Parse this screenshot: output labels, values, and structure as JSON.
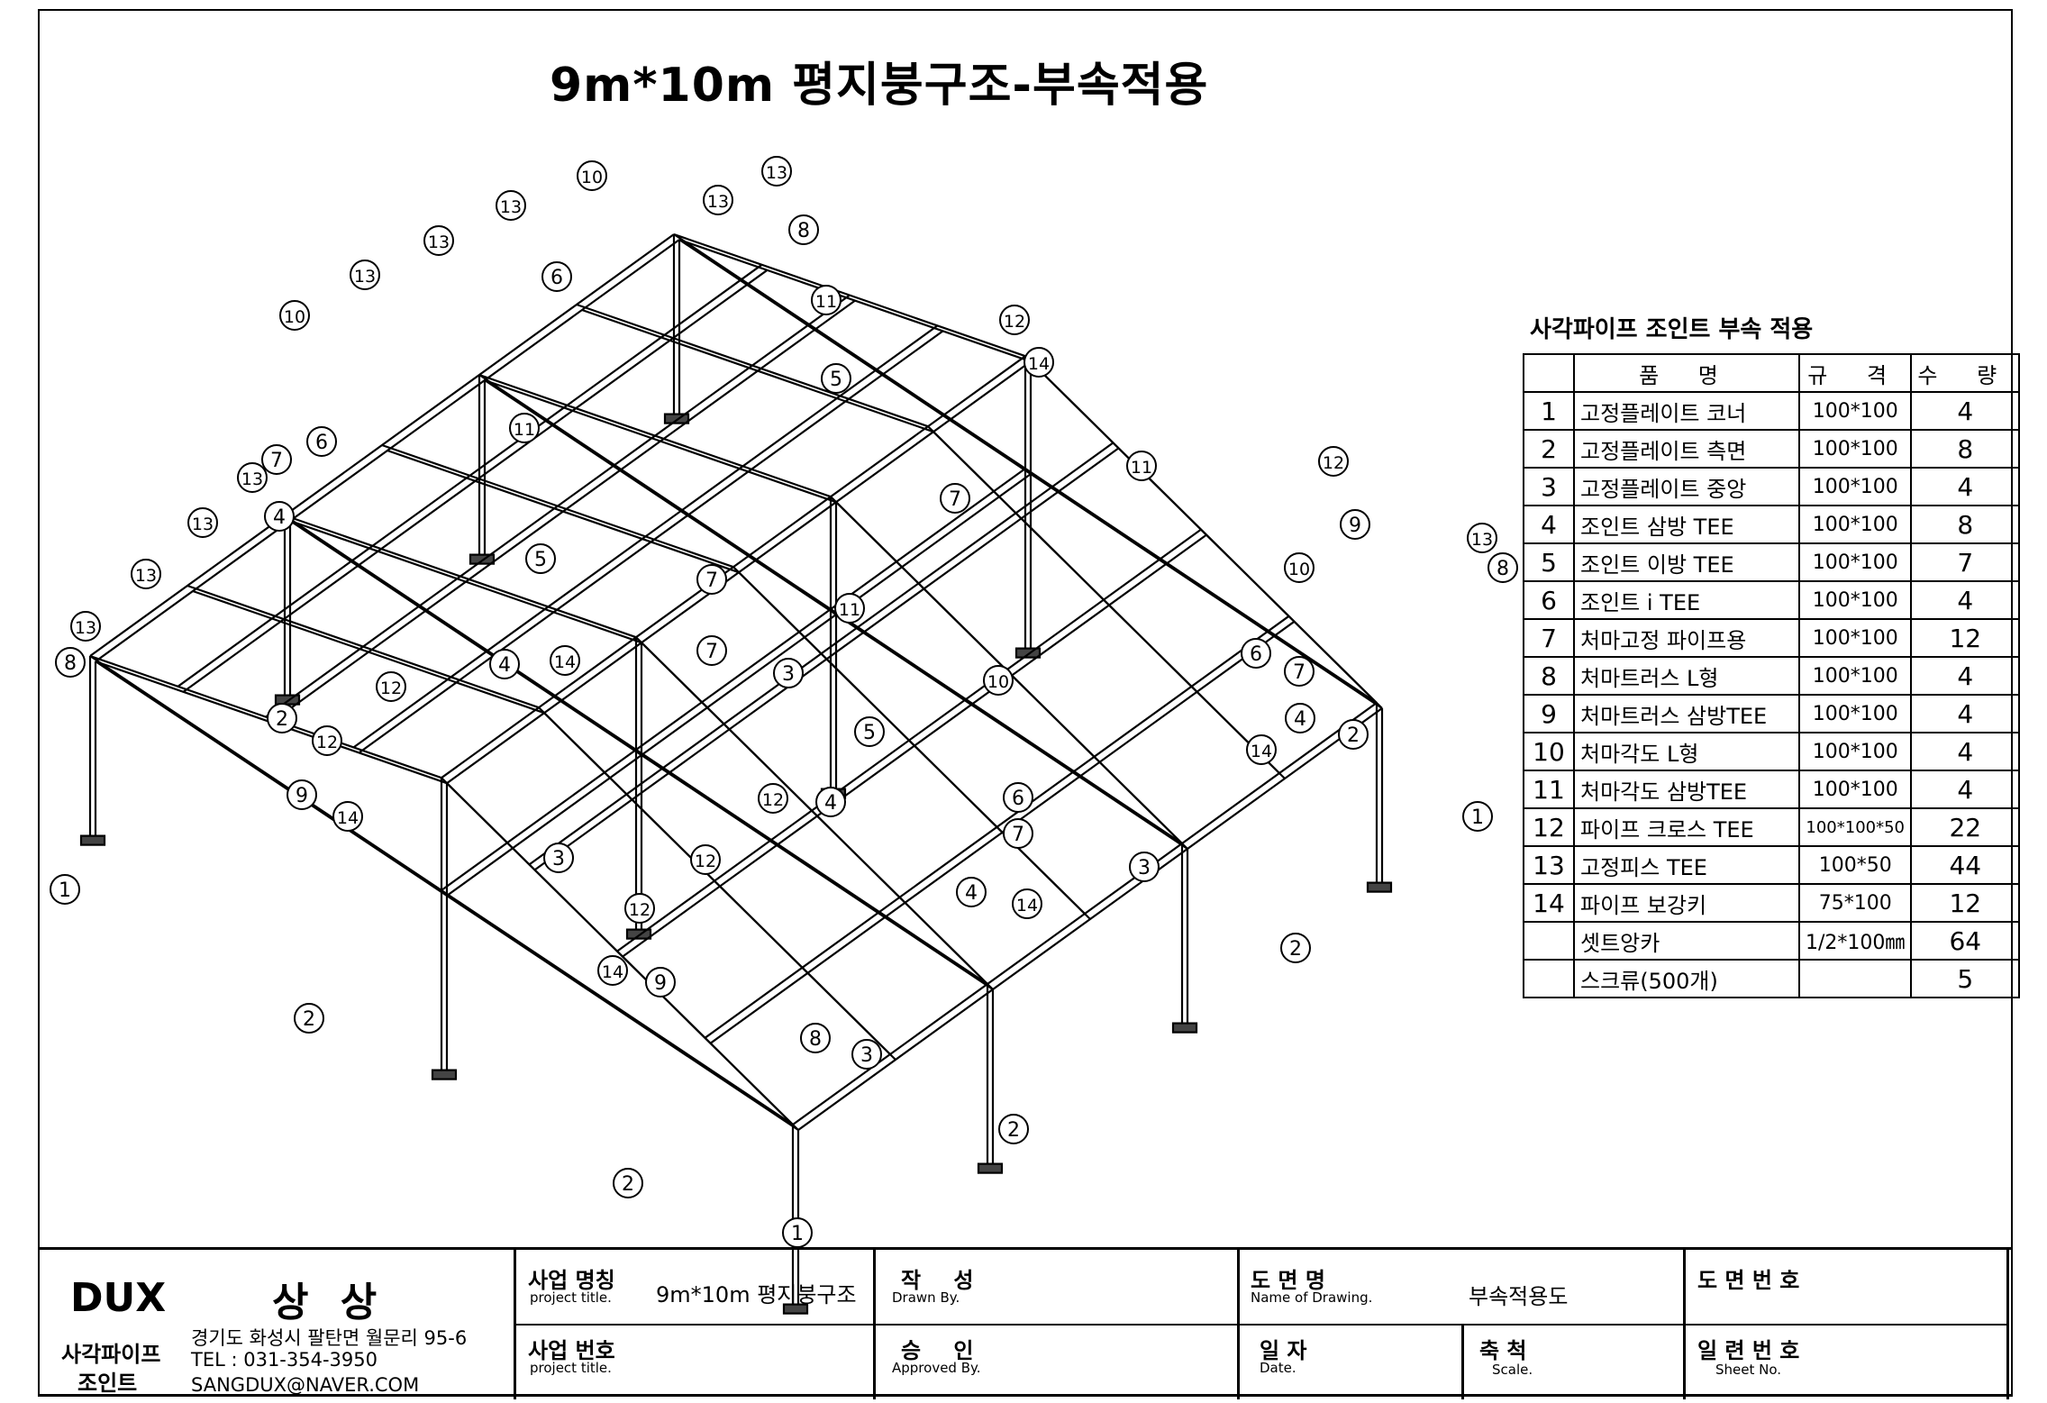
{
  "title": "9m*10m 평지붕구조-부속적용",
  "parts_table": {
    "caption": "사각파이프 조인트 부속 적용",
    "headers": [
      "품 명",
      "규 격",
      "수 량"
    ],
    "rows": [
      {
        "no": "1",
        "name": "고정플레이트 코너",
        "spec": "100*100",
        "qty": "4"
      },
      {
        "no": "2",
        "name": "고정플레이트 측면",
        "spec": "100*100",
        "qty": "8"
      },
      {
        "no": "3",
        "name": "고정플레이트 중앙",
        "spec": "100*100",
        "qty": "4"
      },
      {
        "no": "4",
        "name": "조인트 삼방 TEE",
        "spec": "100*100",
        "qty": "8"
      },
      {
        "no": "5",
        "name": "조인트 이방 TEE",
        "spec": "100*100",
        "qty": "7"
      },
      {
        "no": "6",
        "name": "조인트 i TEE",
        "spec": "100*100",
        "qty": "4"
      },
      {
        "no": "7",
        "name": "처마고정 파이프용",
        "spec": "100*100",
        "qty": "12"
      },
      {
        "no": "8",
        "name": "처마트러스 L형",
        "spec": "100*100",
        "qty": "4"
      },
      {
        "no": "9",
        "name": "처마트러스 삼방TEE",
        "spec": "100*100",
        "qty": "4"
      },
      {
        "no": "10",
        "name": "처마각도 L형",
        "spec": "100*100",
        "qty": "4"
      },
      {
        "no": "11",
        "name": "처마각도 삼방TEE",
        "spec": "100*100",
        "qty": "4"
      },
      {
        "no": "12",
        "name": "파이프 크로스 TEE",
        "spec": "100*100*50",
        "qty": "22"
      },
      {
        "no": "13",
        "name": "고정피스 TEE",
        "spec": "100*50",
        "qty": "44"
      },
      {
        "no": "14",
        "name": "파이프 보강키",
        "spec": "75*100",
        "qty": "12"
      },
      {
        "no": "",
        "name": "셋트앙카",
        "spec": "1/2*100㎜",
        "qty": "64"
      },
      {
        "no": "",
        "name": "스크류(500개)",
        "spec": "",
        "qty": "5"
      }
    ]
  },
  "title_block": {
    "company": "DUX",
    "company_name": "상 상",
    "product_line_1": "사각파이프",
    "product_line_2": "조인트",
    "address": "경기도 화성시 팔탄면 월문리 95-6",
    "tel": "TEL : 031-354-3950",
    "email": "SANGDUX@NAVER.COM",
    "project_title_label": "사업 명칭",
    "project_title_label_en": "project title.",
    "project_title_value": "9m*10m 평지붕구조",
    "project_no_label": "사업 번호",
    "project_no_label_en": "project title.",
    "drawn_by_label": "작 성",
    "drawn_by_label_en": "Drawn By.",
    "approved_by_label": "승 인",
    "approved_by_label_en": "Approved By.",
    "drawing_name_label": "도 면 명",
    "drawing_name_label_en": "Name of Drawing.",
    "drawing_name_value": "부속적용도",
    "date_label": "일 자",
    "date_label_en": "Date.",
    "scale_label": "축 척",
    "scale_label_en": "Scale.",
    "drawing_no_label": "도 면 번 호",
    "sheet_no_label": "일 련 번 호",
    "sheet_no_label_en": "Sheet No."
  },
  "callouts": [
    "1",
    "2",
    "3",
    "4",
    "5",
    "6",
    "7",
    "8",
    "9",
    "10",
    "11",
    "12",
    "13",
    "14"
  ]
}
